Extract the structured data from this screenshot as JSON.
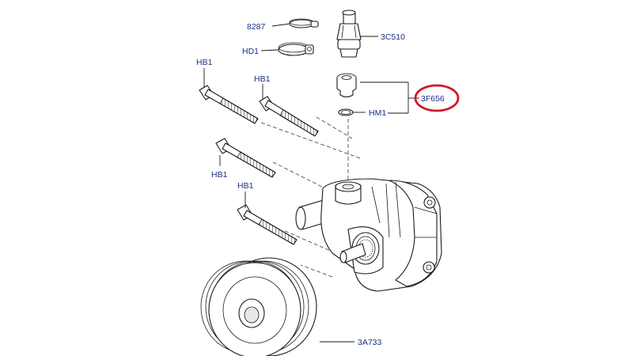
{
  "labels": {
    "p8287": "8287",
    "pHD1": "HD1",
    "p3C510": "3C510",
    "p3F656": "3F656",
    "pHM1": "HM1",
    "pHB1a": "HB1",
    "pHB1b": "HB1",
    "pHB1c": "HB1",
    "pHB1d": "HB1",
    "p3A733": "3A733"
  },
  "colors": {
    "label_text": "#1c2f86",
    "highlight_circle": "#d0182a",
    "line_art": "#1a1a1a"
  }
}
